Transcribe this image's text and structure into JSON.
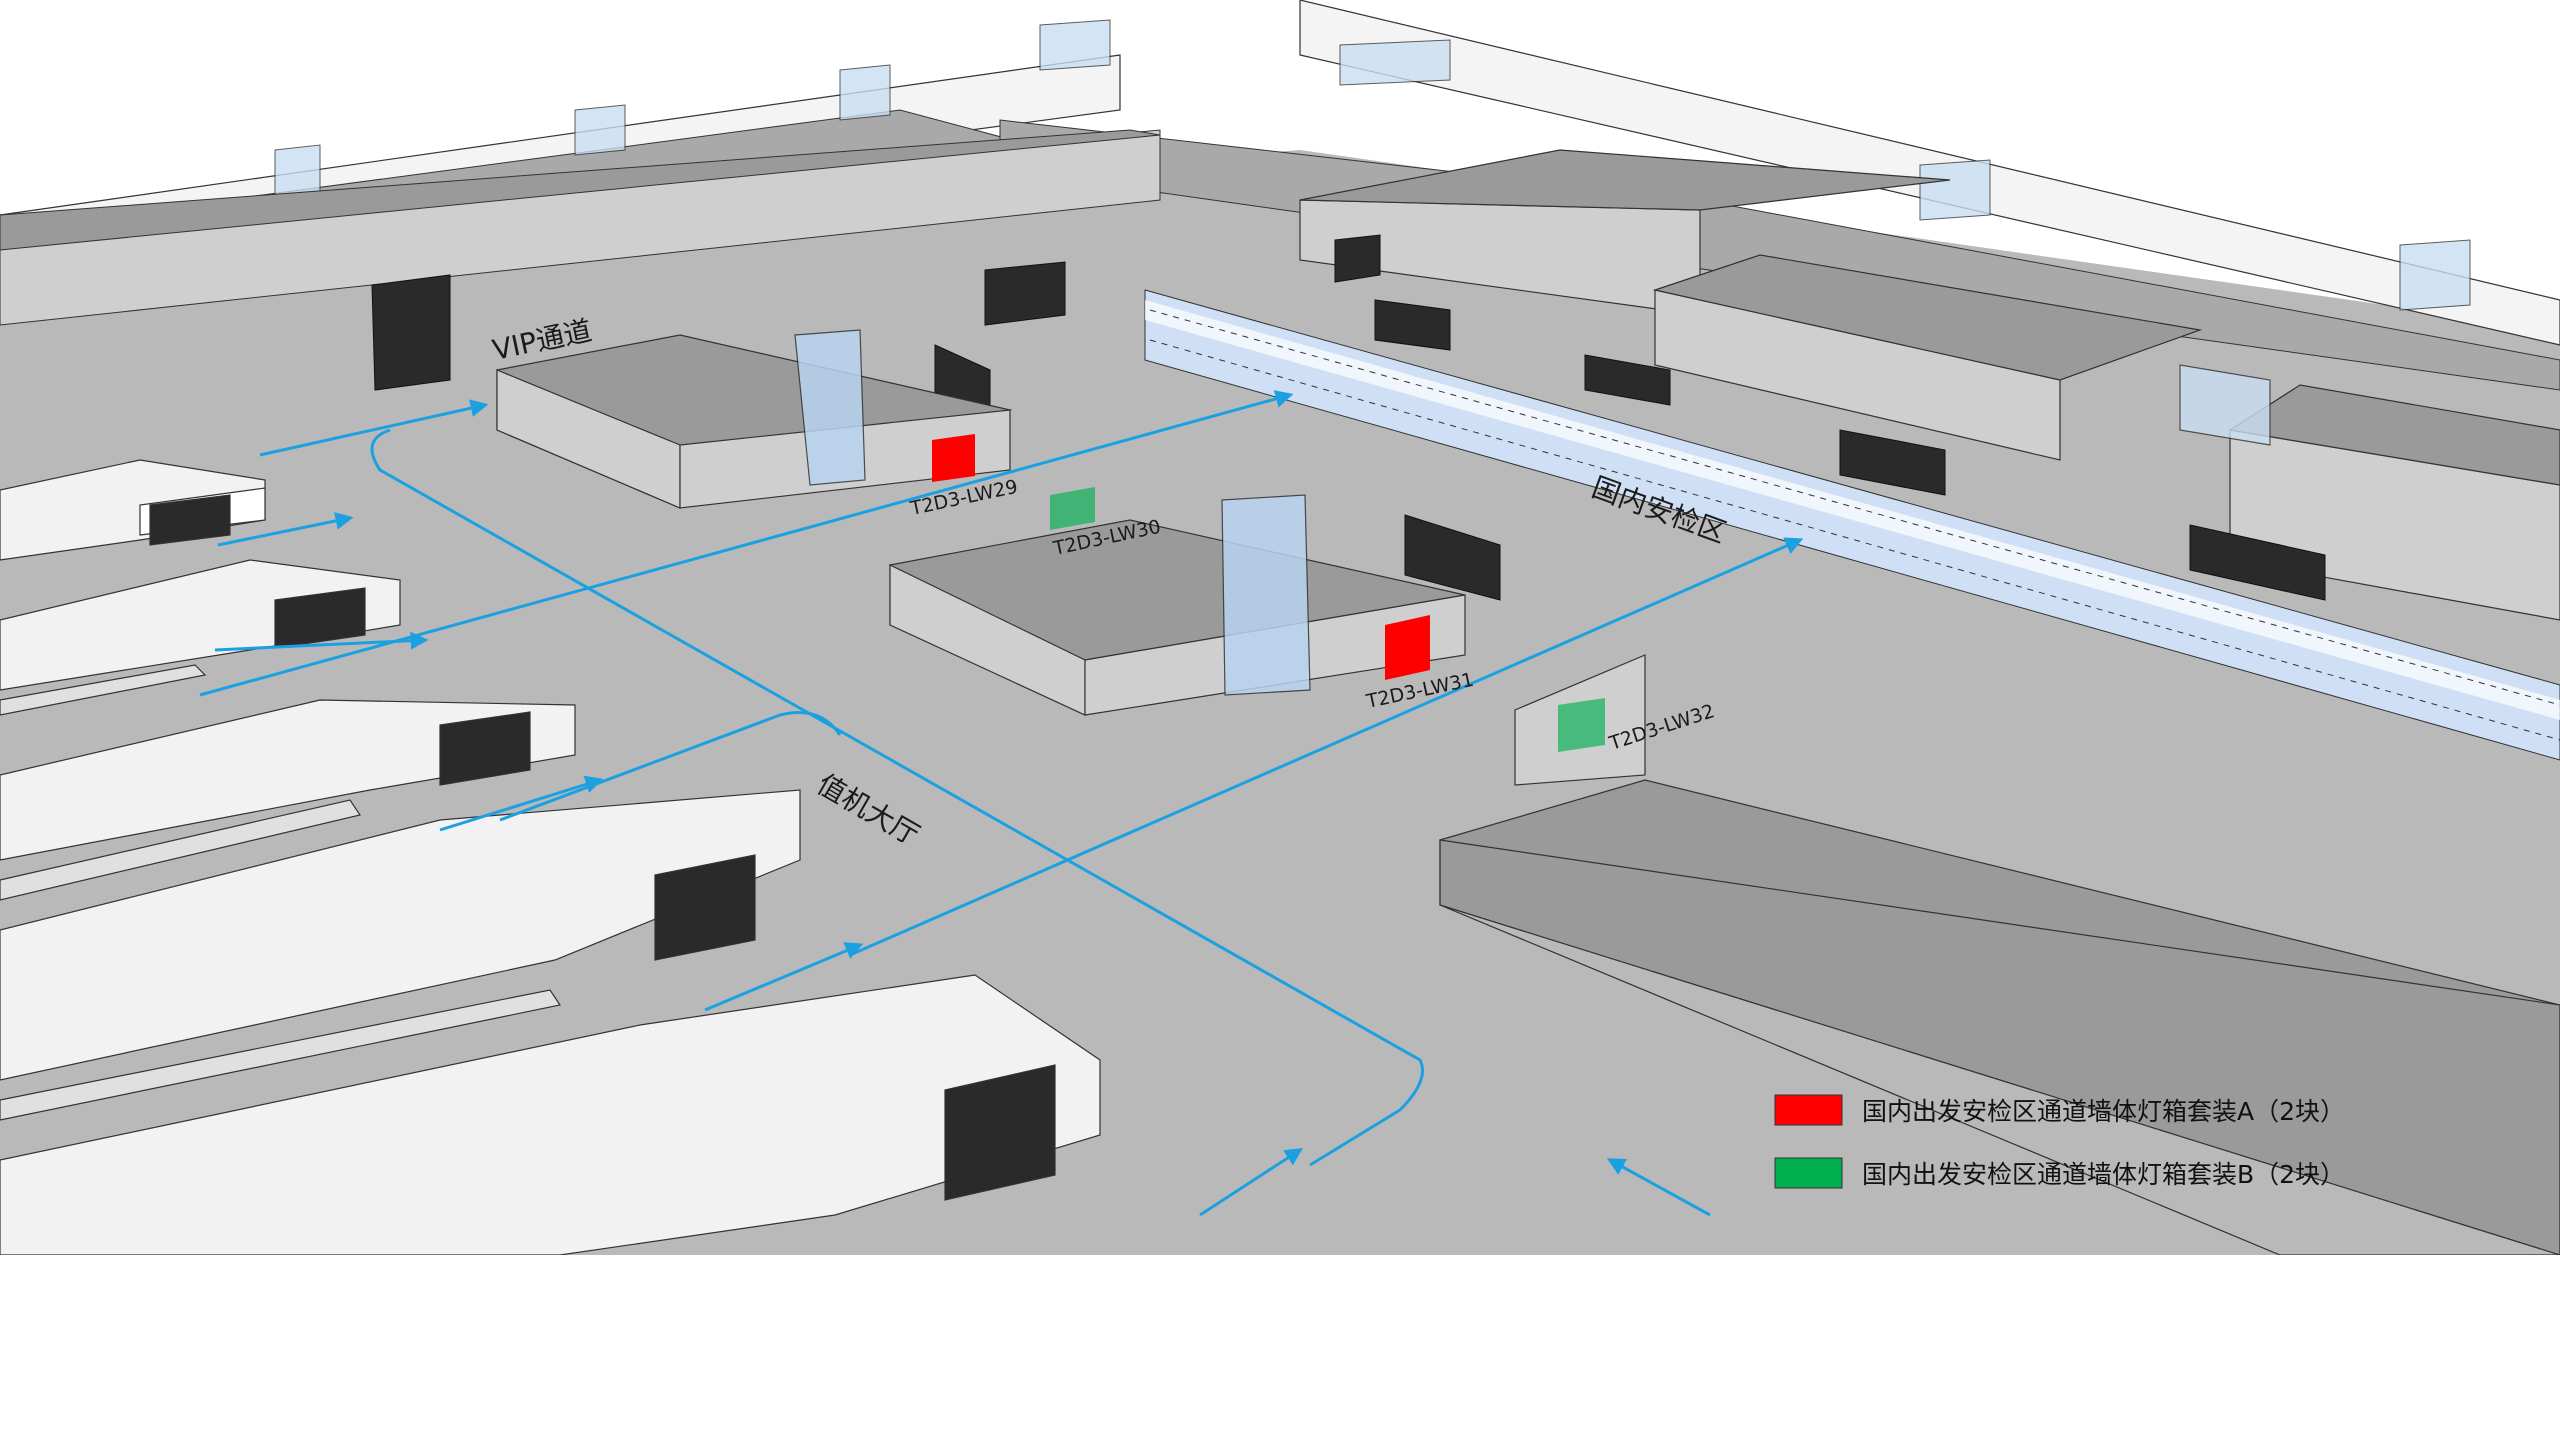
{
  "labels": {
    "vip": "VIP通道",
    "security": "国内安检区",
    "checkin": "值机大厅"
  },
  "lightboxes": [
    {
      "id": "T2D3-LW29",
      "type": "A"
    },
    {
      "id": "T2D3-LW30",
      "type": "B"
    },
    {
      "id": "T2D3-LW31",
      "type": "A"
    },
    {
      "id": "T2D3-LW32",
      "type": "B"
    }
  ],
  "legend": {
    "items": [
      {
        "text": "国内出发安检区通道墙体灯箱套装A（2块）",
        "color": "#ff0000"
      },
      {
        "text": "国内出发安检区通道墙体灯箱套装B（2块）",
        "color": "#00b050"
      }
    ]
  },
  "colors": {
    "floor": "#b9b9b9",
    "roof": "#9a9a9a",
    "wall": "#cfcfcf",
    "arrow": "#1ba1e2",
    "screen": "#2a2a2a",
    "glass": "#b8d3f0"
  }
}
